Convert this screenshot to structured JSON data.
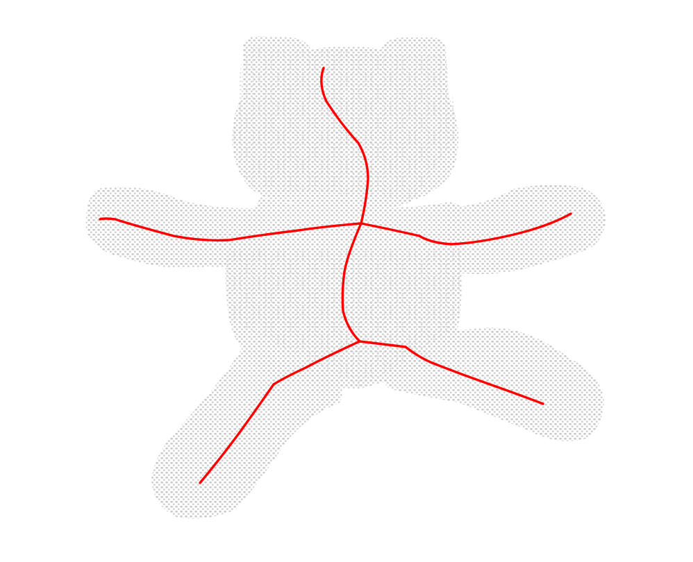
{
  "figure": {
    "description_free": true,
    "background_color": "#ffffff",
    "point_color": "#c8c8c8",
    "skeleton_color": "#ff0000",
    "shape": "teddy-bear-point-cloud",
    "skeleton_branches": [
      "head",
      "left-arm",
      "right-arm",
      "left-leg",
      "right-leg"
    ]
  }
}
